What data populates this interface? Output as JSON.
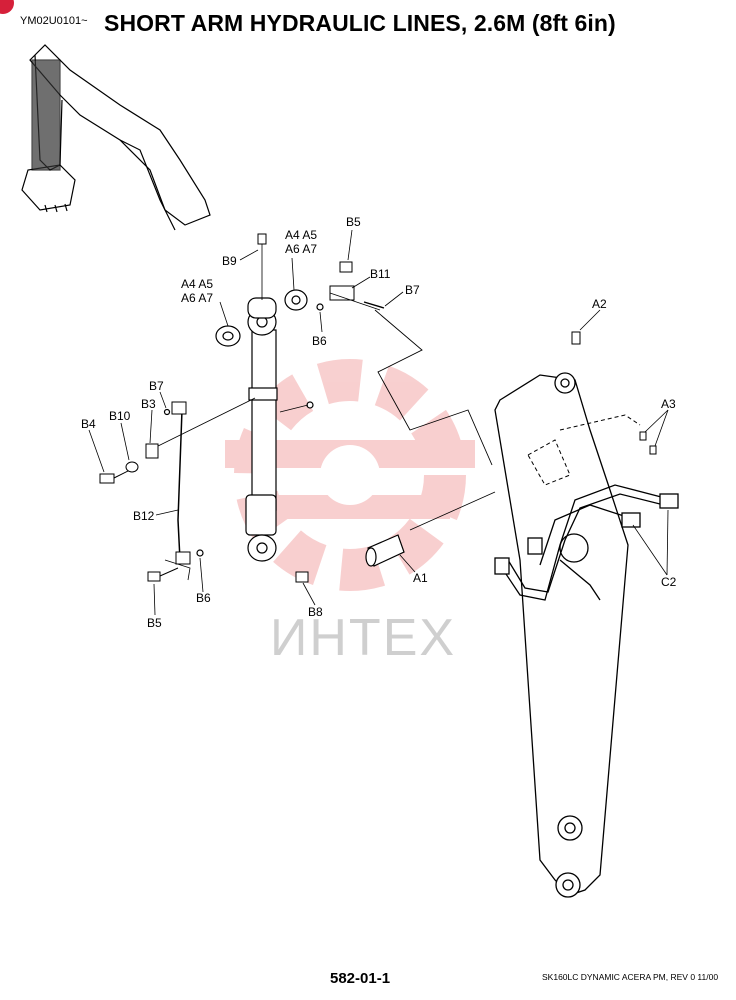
{
  "header": {
    "code": "YM02U0101~",
    "title": "SHORT ARM HYDRAULIC LINES, 2.6M (8ft 6in)"
  },
  "footer": {
    "page_number": "582-01-1",
    "note": "SK160LC DYNAMIC ACERA PM,  REV 0 11/00"
  },
  "watermark": {
    "text": "ИНТЕХ",
    "color": "#f2b8b8"
  },
  "callouts": {
    "b9": "B9",
    "a4a5_top_1": "A4 A5",
    "a6a7_top_1": "A6 A7",
    "b5_top": "B5",
    "b11": "B11",
    "b7_top": "B7",
    "a4a5_top_2": "A4 A5",
    "a6a7_top_2": "A6 A7",
    "b6_top": "B6",
    "a2": "A2",
    "a3": "A3",
    "b7_left": "B7",
    "b3": "B3",
    "b10": "B10",
    "b4": "B4",
    "b12": "B12",
    "b6_bottom": "B6",
    "b5_bottom": "B5",
    "b8": "B8",
    "a1": "A1",
    "c2": "C2"
  }
}
